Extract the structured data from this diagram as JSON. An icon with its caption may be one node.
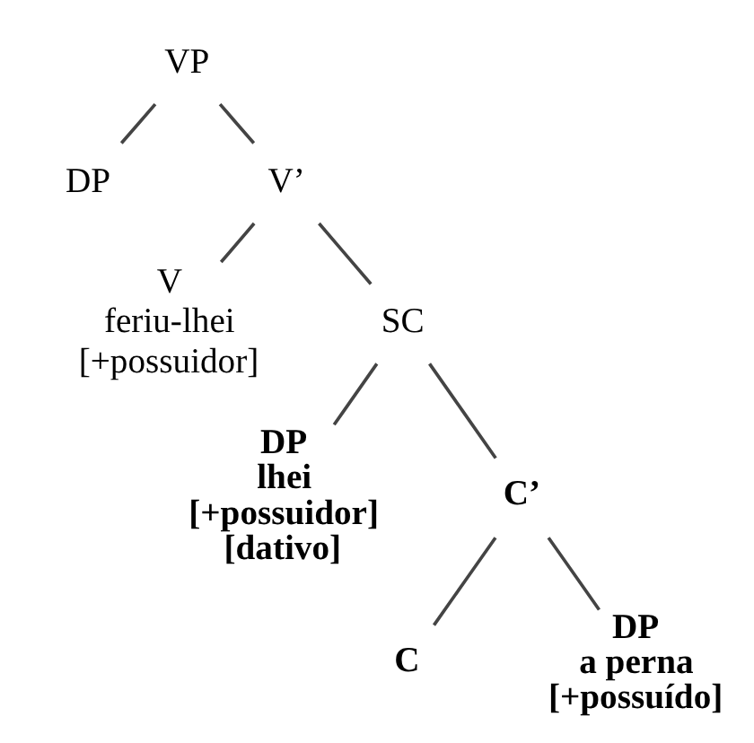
{
  "diagram": {
    "nodes": [
      {
        "text": [
          "VP"
        ]
      },
      {
        "text": [
          "DP"
        ]
      },
      {
        "text": [
          "V’"
        ]
      },
      {
        "text": [
          "V",
          "feriu-lhei",
          "[+possuidor]"
        ]
      },
      {
        "text": [
          "SC"
        ]
      },
      {
        "text": [
          "DP",
          "lhei",
          "[+possuidor]",
          "[dativo]"
        ]
      },
      {
        "text": [
          "C’"
        ]
      },
      {
        "text": [
          "C"
        ]
      },
      {
        "text": [
          "DP",
          "a perna",
          "[+possuído]"
        ]
      }
    ],
    "edges": [
      {
        "from": 0,
        "to": 1,
        "arrow": "none"
      },
      {
        "from": 0,
        "to": 2,
        "arrow": "none"
      },
      {
        "from": 2,
        "to": 3,
        "arrow": "none"
      },
      {
        "from": 2,
        "to": 4,
        "arrow": "none"
      },
      {
        "from": 4,
        "to": 5,
        "arrow": "none"
      },
      {
        "from": 4,
        "to": 6,
        "arrow": "none"
      },
      {
        "from": 6,
        "to": 7,
        "arrow": "none"
      },
      {
        "from": 6,
        "to": 8,
        "arrow": "none"
      }
    ]
  }
}
